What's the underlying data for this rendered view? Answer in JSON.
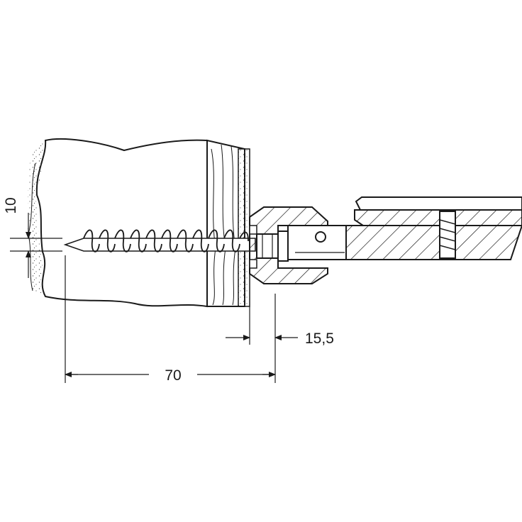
{
  "drawing": {
    "dimensions": {
      "height_10": "10",
      "length_70": "70",
      "offset_15_5": "15,5"
    }
  },
  "colors": {
    "line": "#1a1a1a",
    "background": "#ffffff",
    "hatch": "#1a1a1a"
  }
}
